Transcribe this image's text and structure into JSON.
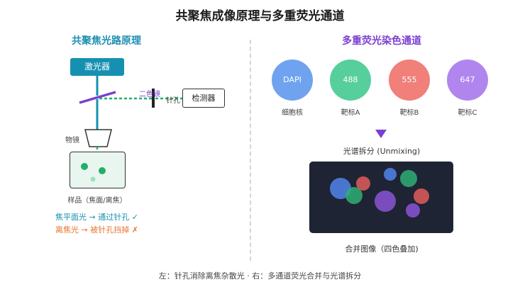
{
  "title": "共聚焦成像原理与多重荧光通道",
  "left": {
    "heading": "共聚焦光路原理",
    "laser": "激光器",
    "dichroic": "二色镜",
    "pinhole": "针孔",
    "detector": "检测器",
    "objective": "物镜",
    "sample": "样品（焦面/离焦）",
    "note_focal": "焦平面光 → 通过针孔 ✓",
    "note_offfocal": "离焦光 → 被针孔挡掉 ✗"
  },
  "right": {
    "heading": "多重荧光染色通道",
    "dyes": [
      {
        "name": "DAPI",
        "label": "细胞核",
        "color": "#6fa3f0"
      },
      {
        "name": "488",
        "label": "靶标A",
        "color": "#56cf9c"
      },
      {
        "name": "555",
        "label": "靶标B",
        "color": "#f08079"
      },
      {
        "name": "647",
        "label": "靶标C",
        "color": "#b086ee"
      }
    ],
    "unmixing": "光谱拆分 (Unmixing)",
    "merged": "合并图像（四色叠加)"
  },
  "caption": "左：针孔消除离焦杂散光 · 右：多通道荧光合并与光谱拆分",
  "colors": {
    "teal": "#1690b1",
    "green": "#1fb06a",
    "purple": "#7b3fd1",
    "orange": "#e8742f"
  }
}
